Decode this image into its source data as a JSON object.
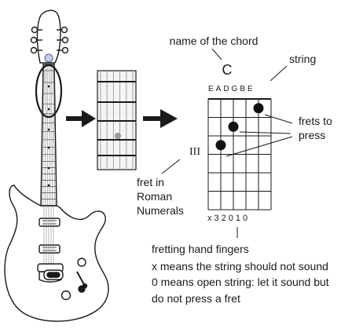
{
  "chord": {
    "name_caption": "name of the chord",
    "name": "C",
    "string_caption": "string",
    "string_names": "EADGBE",
    "frets_caption_line1": "frets to",
    "frets_caption_line2": "press",
    "fret_numeral": "III",
    "fret_caption_line1": "fret in",
    "fret_caption_line2": "Roman",
    "fret_caption_line3": "Numerals",
    "finger_row": "x32010",
    "notes": [
      "fretting hand fingers",
      "x means the string should not sound",
      "0 means open string: let it sound but",
      "do not press a fret"
    ],
    "dots": [
      {
        "string": 5,
        "fret": 1
      },
      {
        "string": 3,
        "fret": 2
      },
      {
        "string": 2,
        "fret": 3
      }
    ]
  },
  "colors": {
    "ink": "#1a1a1a",
    "guitar_fill": "#ffffff",
    "fretboard_fill": "#f4f4f4",
    "marker": "#9a9a9a"
  }
}
